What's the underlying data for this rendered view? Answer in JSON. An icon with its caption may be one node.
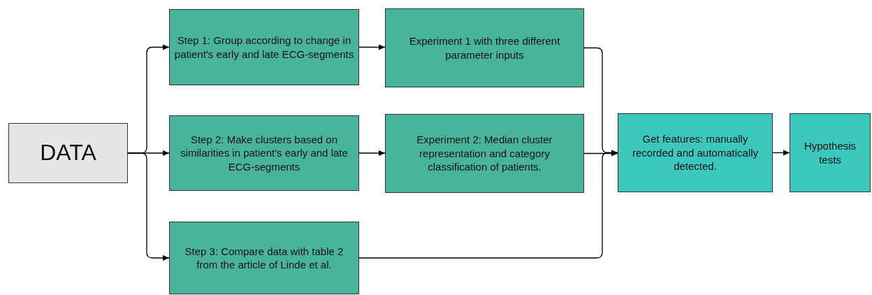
{
  "diagram": {
    "nodes": [
      {
        "text": [
          "DATA"
        ]
      },
      {
        "text": [
          "Step 1: Group according to change in patient's early and late ECG-segments"
        ]
      },
      {
        "text": [
          "Step 2:  Make clusters based on similarities in patient's early and late ECG-segments"
        ]
      },
      {
        "text": [
          "Step 3: Compare data with table 2 from the article of Linde et al."
        ]
      },
      {
        "text": [
          "Experiment 1 with three different parameter inputs"
        ]
      },
      {
        "text": [
          "Experiment 2: Median cluster representation and category classification of patients."
        ]
      },
      {
        "text": [
          "Get features: manually recorded and automatically detected."
        ]
      },
      {
        "text": [
          "Hypothesis tests"
        ]
      }
    ],
    "edges": [
      {
        "from": 0,
        "to": 1,
        "arrow": "to"
      },
      {
        "from": 0,
        "to": 2,
        "arrow": "to"
      },
      {
        "from": 0,
        "to": 3,
        "arrow": "to"
      },
      {
        "from": 1,
        "to": 4,
        "arrow": "to"
      },
      {
        "from": 2,
        "to": 5,
        "arrow": "to"
      },
      {
        "from": 4,
        "to": 6,
        "arrow": "to"
      },
      {
        "from": 5,
        "to": 6,
        "arrow": "to"
      },
      {
        "from": 3,
        "to": 6,
        "arrow": "to"
      },
      {
        "from": 6,
        "to": 7,
        "arrow": "to"
      }
    ]
  }
}
